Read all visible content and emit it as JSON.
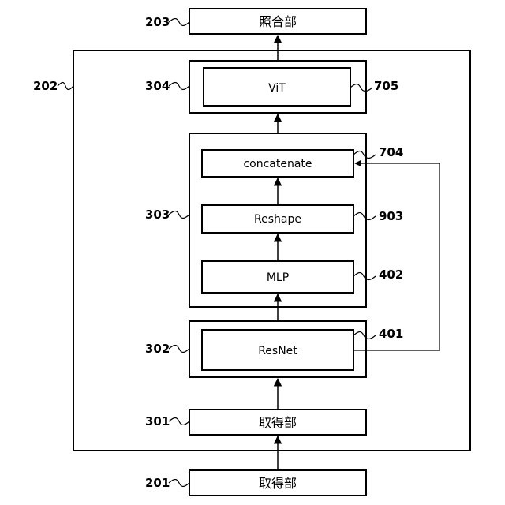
{
  "blocks": {
    "matching": {
      "label": "照合部",
      "ref": "203"
    },
    "outer": {
      "ref": "202"
    },
    "vit_group": {
      "ref": "304"
    },
    "vit": {
      "label": "ViT",
      "ref": "705"
    },
    "middle_group": {
      "ref": "303"
    },
    "concatenate": {
      "label": "concatenate",
      "ref": "704"
    },
    "reshape": {
      "label": "Reshape",
      "ref": "903"
    },
    "mlp": {
      "label": "MLP",
      "ref": "402"
    },
    "resnet_group": {
      "ref": "302"
    },
    "resnet": {
      "label": "ResNet",
      "ref": "401"
    },
    "acquire_inner": {
      "label": "取得部",
      "ref": "301"
    },
    "acquire_outer": {
      "label": "取得部",
      "ref": "201"
    }
  }
}
